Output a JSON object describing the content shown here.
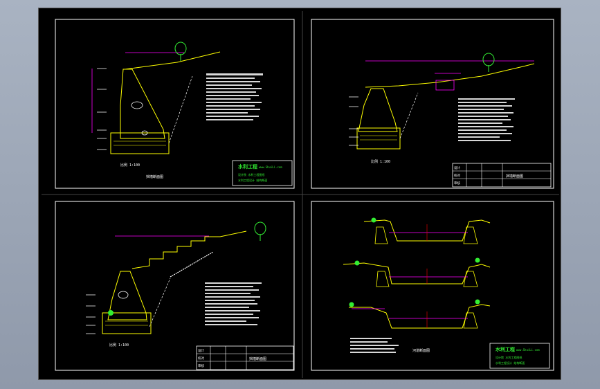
{
  "app": {
    "title": ""
  },
  "colors": {
    "background": "#000000",
    "frame": "#ffffff",
    "structure": "#ffff00",
    "dimension": "#ff00ff",
    "vegetation": "#33ee33",
    "note_text": "#d8d8d8",
    "outer_canvas": "#9aa4b4"
  },
  "panels": [
    {
      "id": "top-left",
      "scale_label": "比例 1:100",
      "drawing_caption": "挡墙断面图",
      "stamp": "green-logo"
    },
    {
      "id": "top-right",
      "drawing_caption": "挡墙断面图",
      "stamp": "title-block"
    },
    {
      "id": "bottom-left",
      "scale_label": "比例 1:100",
      "drawing_caption": "挡墙断面图",
      "stamp": "title-block"
    },
    {
      "id": "bottom-right",
      "drawing_caption": "河道断面图",
      "stamp": "green-logo"
    }
  ],
  "stamp": {
    "title": "水利工程",
    "sub": "www.ShuiLi.com",
    "line1": "设计院 水利工程图纸",
    "line2": "水利工程设计 结构断面"
  },
  "title_block": {
    "rows": [
      [
        "设计",
        "",
        "",
        ""
      ],
      [
        "校对",
        "",
        "",
        ""
      ],
      [
        "审核",
        "",
        "",
        ""
      ]
    ],
    "drawing_name": "挡墙断面图"
  }
}
